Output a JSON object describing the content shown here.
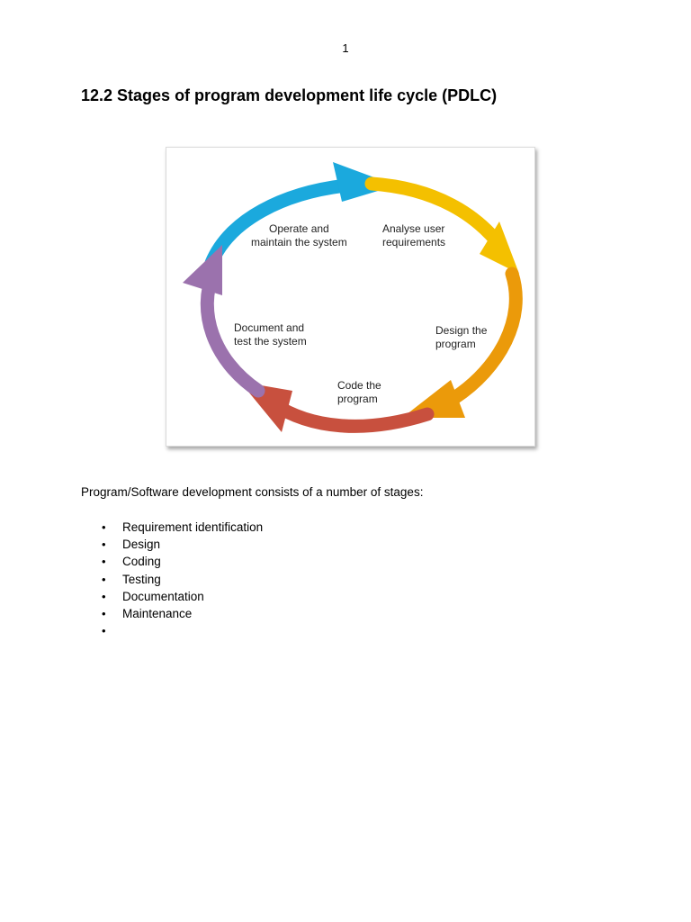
{
  "page_number": "1",
  "heading": "12.2 Stages of program development life cycle (PDLC)",
  "diagram": {
    "labels": {
      "operate": "Operate and\nmaintain the system",
      "analyse": "Analyse user\nrequirements",
      "design": "Design the\nprogram",
      "code": "Code the\nprogram",
      "document": "Document and\ntest the system"
    },
    "colors": {
      "operate": "#1ba9dd",
      "analyse": "#f4c000",
      "design": "#eb9a0a",
      "code": "#c8503e",
      "document": "#9b72ad"
    }
  },
  "intro": "Program/Software development consists of a number of stages:",
  "stages": [
    "Requirement identification",
    "Design",
    "Coding",
    "Testing",
    "Documentation",
    "Maintenance",
    ""
  ]
}
